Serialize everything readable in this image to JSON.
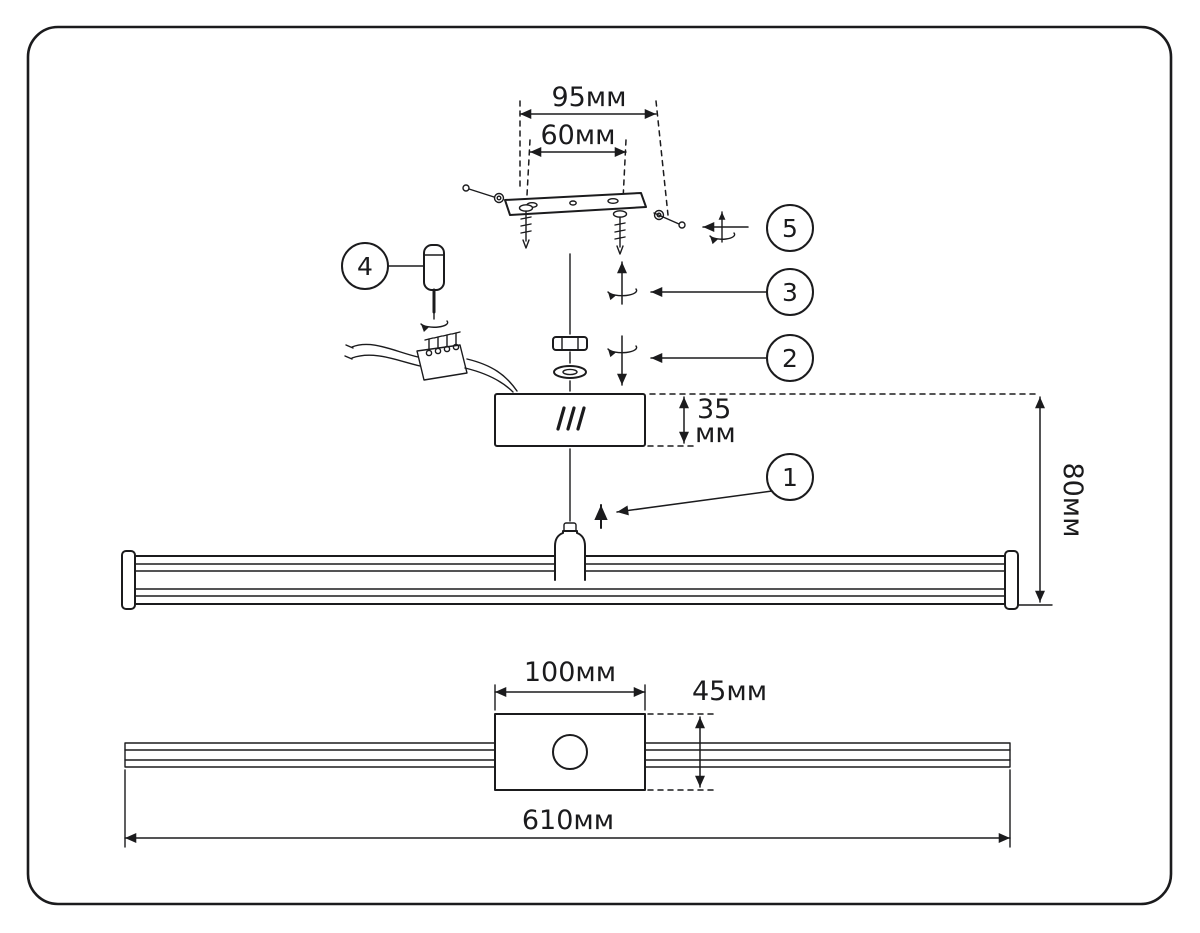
{
  "colors": {
    "line": "#1b1b1d",
    "background": "#ffffff"
  },
  "dimensions": {
    "bracket_outer": "95мм",
    "bracket_holes": "60мм",
    "box_height_value": "35",
    "box_height_unit": "мм",
    "fixture_height": "80мм",
    "plate_width": "100мм",
    "plate_depth": "45мм",
    "fixture_length": "610мм"
  },
  "callouts": {
    "step1": "1",
    "step2": "2",
    "step3": "3",
    "step4": "4",
    "step5": "5"
  }
}
